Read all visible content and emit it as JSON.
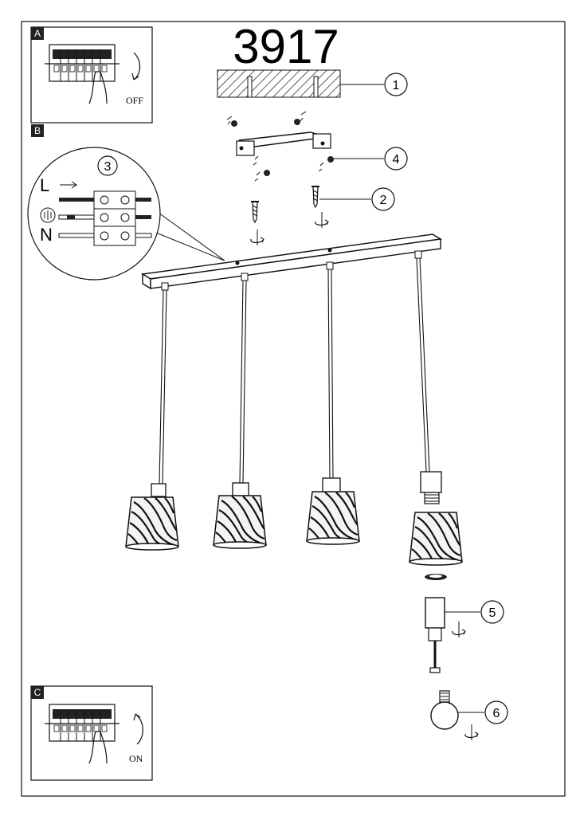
{
  "model_number": "3917",
  "steps": {
    "a": "A",
    "b": "B",
    "c": "C"
  },
  "switch_off_label": "OFF",
  "switch_on_label": "ON",
  "wiring": {
    "live": "L",
    "neutral": "N"
  },
  "callouts": [
    "1",
    "2",
    "3",
    "4",
    "5",
    "6"
  ]
}
